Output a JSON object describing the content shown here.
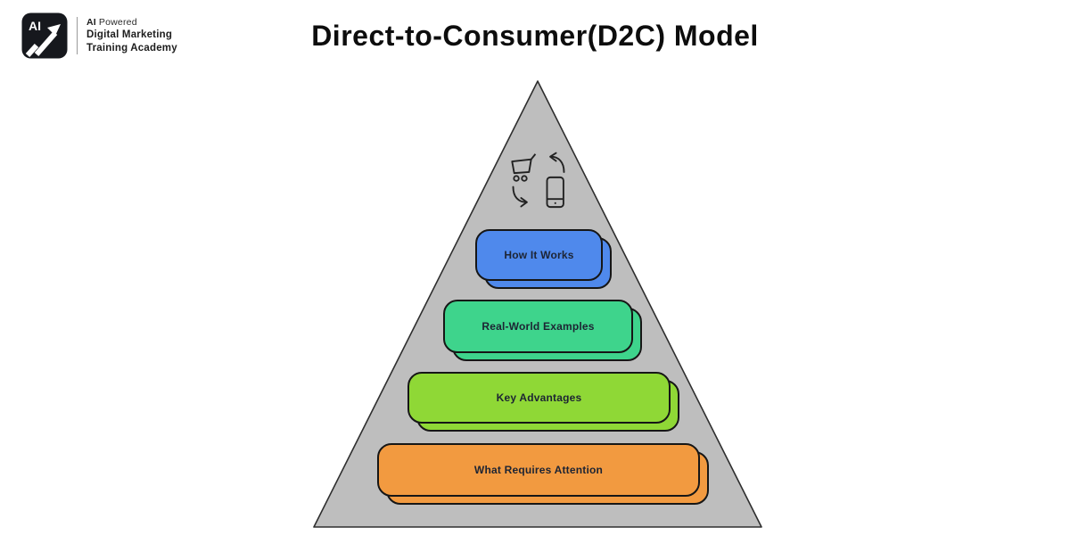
{
  "title": "Direct-to-Consumer(D2C) Model",
  "logo": {
    "badge_text": "AI",
    "line1_bold": "AI",
    "line1_rest": "Powered",
    "line2": "Digital Marketing",
    "line3": "Training Academy",
    "icon": "ai-growth-arrow-icon"
  },
  "pyramid": {
    "fill": "#bebebe",
    "stroke": "#2e2e2e",
    "apex_icons": [
      "shopping-cart-icon",
      "smartphone-icon",
      "cycle-arrows-icon"
    ],
    "layers": [
      {
        "label": "How It Works",
        "color": "#4f89ec"
      },
      {
        "label": "Real-World Examples",
        "color": "#3ed48c"
      },
      {
        "label": "Key Advantages",
        "color": "#8fd836"
      },
      {
        "label": "What Requires Attention",
        "color": "#f29a40"
      }
    ]
  }
}
